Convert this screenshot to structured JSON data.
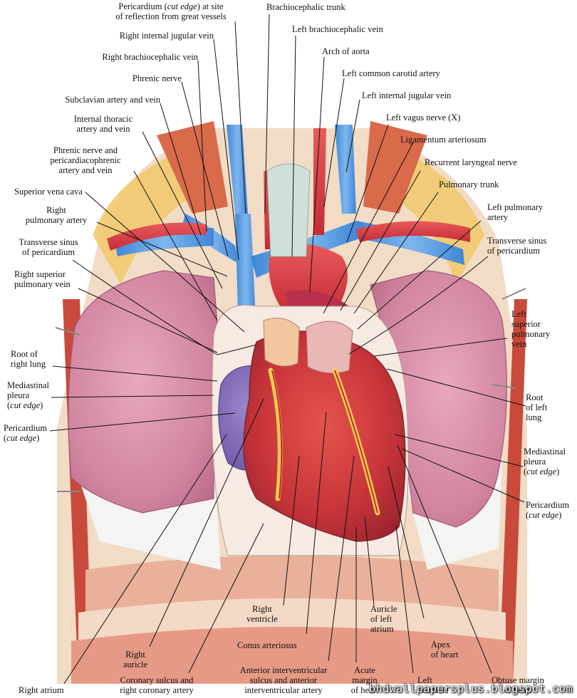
{
  "labels": {
    "pericardium_top": "Pericardium (cut edge) at site\nof reflection from great vessels",
    "brachiocephalic_trunk": "Brachiocephalic trunk",
    "left_brachiocephalic_vein": "Left brachiocephalic vein",
    "right_internal_jugular": "Right internal jugular vein",
    "arch_of_aorta": "Arch of aorta",
    "right_brachiocephalic_vein": "Right brachiocephalic vein",
    "left_common_carotid": "Left common carotid artery",
    "phrenic_nerve": "Phrenic nerve",
    "left_internal_jugular": "Left internal jugular vein",
    "subclavian": "Subclavian artery and vein",
    "left_vagus": "Left vagus nerve (X)",
    "internal_thoracic": "Internal thoracic\nartery and vein",
    "ligamentum_arteriosum": "Ligamentum arteriosum",
    "phrenic_pericardiacophrenic": "Phrenic nerve and\npericardiacophrenic\nartery and vein",
    "recurrent_laryngeal": "Recurrent laryngeal nerve",
    "pulmonary_trunk": "Pulmonary trunk",
    "superior_vena_cava": "Superior vena cava",
    "left_pulmonary_artery": "Left pulmonary\nartery",
    "right_pulmonary_artery": "Right\npulmonary artery",
    "transverse_sinus_right": "Transverse sinus\nof pericardium",
    "transverse_sinus_left": "Transverse sinus\nof pericardium",
    "right_superior_pulmonary_vein": "Right superior\npulmonary vein",
    "left_superior_pulmonary_vein": "Left\nsuperior\npulmonary\nvein",
    "root_right_lung": "Root of\nright lung",
    "mediastinal_pleura_right": "Mediastinal\npleura\n(cut edge)",
    "root_left_lung": "Root\nof left\nlung",
    "pericardium_right": "Pericardium\n(cut edge)",
    "mediastinal_pleura_left": "Mediastinal\npleura\n(cut edge)",
    "pericardium_left": "Pericardium\n(cut edge)",
    "right_ventricle": "Right\nventricle",
    "auricle_left_atrium": "Auricle\nof left\natrium",
    "conus_arteriosus": "Conus arteriosus",
    "apex_of_heart": "Apex\nof heart",
    "right_auricle": "Right\nauricle",
    "anterior_interventricular": "Anterior interventricular\nsulcus and anterior\ninterventricular artery",
    "acute_margin": "Acute\nmargin\nof heart",
    "left_ventricle": "Left\nventricle",
    "obtuse_margin": "Obtuse margin\nof heart",
    "coronary_sulcus": "Coronary sulcus and\nright coronary artery",
    "right_atrium": "Right atrium"
  },
  "watermark": "bhdwallpapersplus.blogspot.com",
  "colors": {
    "vein_blue": "#5a9fe0",
    "artery_red": "#d8323a",
    "lung_pink": "#d98fa6",
    "heart_red": "#cc3b3b",
    "fat_yellow": "#f0c84a",
    "rib_tan": "#e8c7a4"
  }
}
